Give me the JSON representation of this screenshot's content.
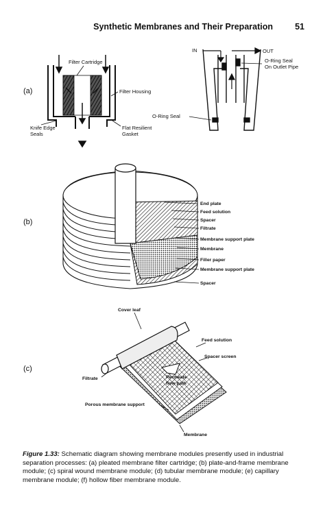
{
  "header": {
    "title": "Synthetic Membranes and Their Preparation",
    "page_number": "51"
  },
  "panel_a": {
    "label": "(a)",
    "filter_cartridge": "Filter Cartridge",
    "filter_housing": "Filter Housing",
    "knife_edge_line1": "Knife Edge",
    "knife_edge_line2": "Seals",
    "flat_gasket_line1": "Flat Resilient",
    "flat_gasket_line2": "Gasket",
    "in": "IN",
    "out": "OUT",
    "oring_outlet_line1": "O-Ring Seal",
    "oring_outlet_line2": "On Outlet Pipe",
    "oring_seal": "O-Ring Seal"
  },
  "panel_b": {
    "label": "(b)",
    "end_plate": "End plate",
    "feed_solution": "Feed solution",
    "spacer_top": "Spacer",
    "filtrate": "Filtrate",
    "membrane_support_1": "Membrane support plate",
    "membrane": "Membrane",
    "filler_paper": "Filler paper",
    "membrane_support_2": "Membrane support plate",
    "spacer_bottom": "Spacer"
  },
  "panel_c": {
    "label": "(c)",
    "cover_leaf": "Cover leaf",
    "feed_solution": "Feed solution",
    "spacer_screen": "Spacer screen",
    "permeate_line1": "Permeate",
    "permeate_line2": "flow path",
    "filtrate": "Filtrate",
    "porous_support": "Porous membrane support",
    "membrane": "Membrane"
  },
  "caption": {
    "label": "Figure 1.33:",
    "text": "Schematic diagram showing membrane modules presently used in industrial separation processes: (a) pleated membrane filter cartridge; (b) plate-and-frame membrane module; (c) spiral wound membrane module; (d) tubular membrane module; (e) capillary membrane module; (f) hollow fiber membrane module."
  }
}
